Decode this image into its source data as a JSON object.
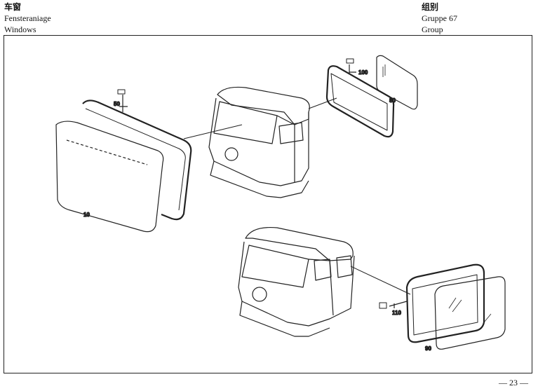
{
  "header": {
    "title_cn": "车窗",
    "title_de": "Fensteraniage",
    "title_en": "Windows",
    "group_cn": "组别",
    "group_de": "Gruppe 67",
    "group_en": "Group"
  },
  "callouts": {
    "c10": "10",
    "c50": "50",
    "c80": "80",
    "c90": "90",
    "c100": "100",
    "c110": "110"
  },
  "page_number": "— 23 —"
}
